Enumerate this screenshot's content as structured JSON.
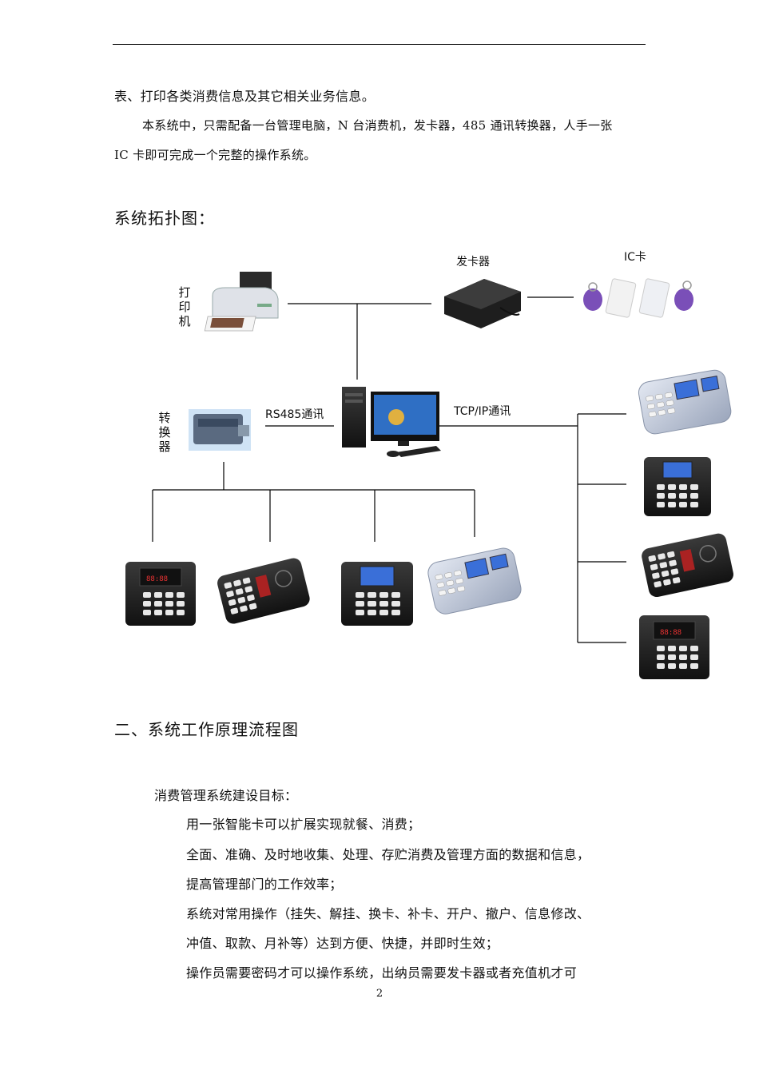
{
  "intro": {
    "line1": "表、打印各类消费信息及其它相关业务信息。",
    "line2": "本系统中，只需配备一台管理电脑，N 台消费机，发卡器，485 通讯转换器，人手一张",
    "line3": "IC 卡即可完成一个完整的操作系统。"
  },
  "topology": {
    "heading": "系统拓扑图：",
    "card_issuer_label": "发卡器",
    "ic_card_label": "IC卡",
    "printer_label": "打印机",
    "converter_label": "转换器",
    "rs485_label": "RS485通讯",
    "tcpip_label": "TCP/IP通讯",
    "icons": [
      "printer-icon",
      "card-issuer-icon",
      "ic-card-icon",
      "computer-icon",
      "converter-icon",
      "pos-terminal-icon"
    ]
  },
  "section2": {
    "heading": "二、系统工作原理流程图",
    "subheading": "消费管理系统建设目标：",
    "items": [
      "用一张智能卡可以扩展实现就餐、消费；",
      "全面、准确、及时地收集、处理、存贮消费及管理方面的数据和信息，",
      "提高管理部门的工作效率；",
      "系统对常用操作（挂失、解挂、换卡、补卡、开户、撤户、信息修改、",
      "冲值、取款、月补等）达到方便、快捷，并即时生效；",
      "操作员需要密码才可以操作系统，出纳员需要发卡器或者充值机才可"
    ]
  },
  "page_number": "2",
  "colors": {
    "line": "#000000",
    "device_dark": "#1c1c1c",
    "device_silver": "#b8c2d6",
    "screen_blue": "#3a6fd8"
  }
}
